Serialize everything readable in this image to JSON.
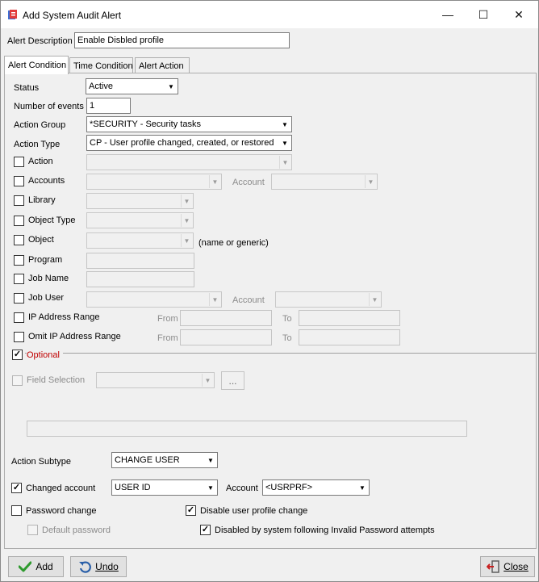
{
  "window": {
    "title": "Add System Audit Alert",
    "minimize": "—",
    "maximize": "☐",
    "close": "✕"
  },
  "description": {
    "label": "Alert Description",
    "value": "Enable Disbled profile"
  },
  "tabs": [
    {
      "label": "Alert Condition",
      "active": true
    },
    {
      "label": "Time Condition",
      "active": false
    },
    {
      "label": "Alert Action",
      "active": false
    }
  ],
  "condition": {
    "status": {
      "label": "Status",
      "value": "Active"
    },
    "events": {
      "label": "Number of events",
      "value": "1"
    },
    "action_group": {
      "label": "Action Group",
      "value": "*SECURITY - Security tasks"
    },
    "action_type": {
      "label": "Action Type",
      "value": "CP - User profile changed, created, or restored"
    },
    "action": {
      "label": "Action"
    },
    "accounts": {
      "label": "Accounts",
      "account_label": "Account"
    },
    "library": {
      "label": "Library"
    },
    "object_type": {
      "label": "Object Type"
    },
    "object": {
      "label": "Object",
      "hint": "(name or generic)"
    },
    "program": {
      "label": "Program"
    },
    "job_name": {
      "label": "Job Name"
    },
    "job_user": {
      "label": "Job User",
      "account_label": "Account"
    },
    "ip_range": {
      "label": "IP Address Range",
      "from": "From",
      "to": "To"
    },
    "omit_ip_range": {
      "label": "Omit IP Address Range",
      "from": "From",
      "to": "To"
    },
    "optional": {
      "label": "Optional",
      "checked": true,
      "color": "#c00000"
    },
    "field_selection": {
      "label": "Field Selection",
      "ellipsis": "..."
    },
    "action_subtype": {
      "label": "Action Subtype",
      "value": "CHANGE USER"
    },
    "changed_account": {
      "label": "Changed account",
      "checked": true,
      "value": "USER ID",
      "account_label": "Account",
      "account_value": "<USRPRF>"
    },
    "password_change": {
      "label": "Password change",
      "checked": false
    },
    "disable_profile_change": {
      "label": "Disable user profile change",
      "checked": true
    },
    "default_password": {
      "label": "Default password",
      "checked": false
    },
    "disabled_by_system": {
      "label": "Disabled by system following Invalid Password attempts",
      "checked": true
    }
  },
  "buttons": {
    "add": "Add",
    "undo": "Undo",
    "close": "Close"
  },
  "icons": {
    "add": "checkmark-icon",
    "undo": "undo-icon",
    "close": "exit-door-icon",
    "app": "audit-app-icon"
  },
  "colors": {
    "check_green": "#2e9a2e",
    "undo_blue": "#2a5fa8",
    "close_red": "#c82020"
  }
}
